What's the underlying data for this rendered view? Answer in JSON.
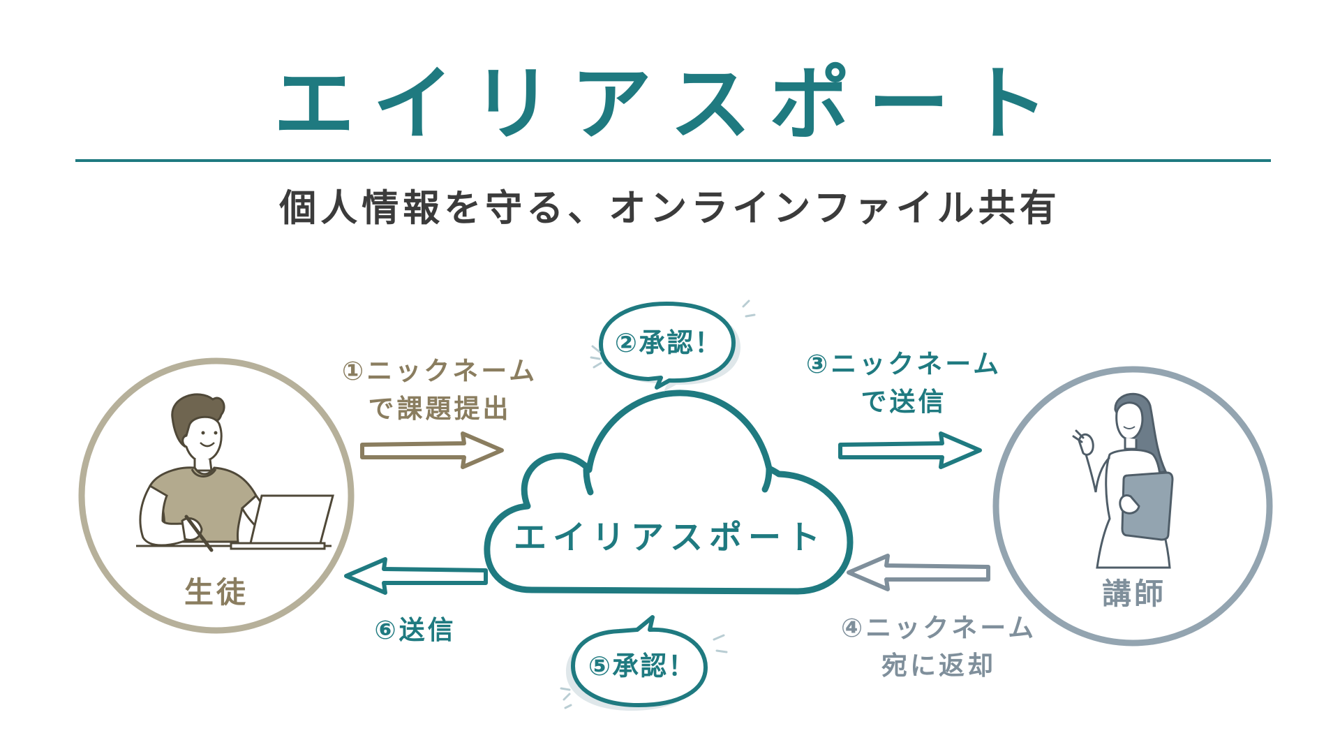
{
  "title": "エイリアスポート",
  "subtitle": "個人情報を守る、オンラインファイル共有",
  "colors": {
    "teal": "#1f7a80",
    "khaki": "#8a7d5f",
    "khaki_circle": "#b6b09a",
    "slate": "#7f8f9b",
    "slate_circle": "#93a4b0",
    "dark_text": "#3b3b3b",
    "arrow_fill": "#ffffff"
  },
  "cloud": {
    "label": "エイリアスポート"
  },
  "roles": {
    "student": "生徒",
    "teacher": "講師"
  },
  "steps": {
    "s1": {
      "line1": "①ニックネーム",
      "line2": "で課題提出"
    },
    "s2": {
      "text": "②承認！"
    },
    "s3": {
      "line1": "③ニックネーム",
      "line2": "で送信"
    },
    "s4": {
      "line1": "④ニックネーム",
      "line2": "宛に返却"
    },
    "s5": {
      "text": "⑤承認！"
    },
    "s6": {
      "text": "⑥送信"
    }
  }
}
